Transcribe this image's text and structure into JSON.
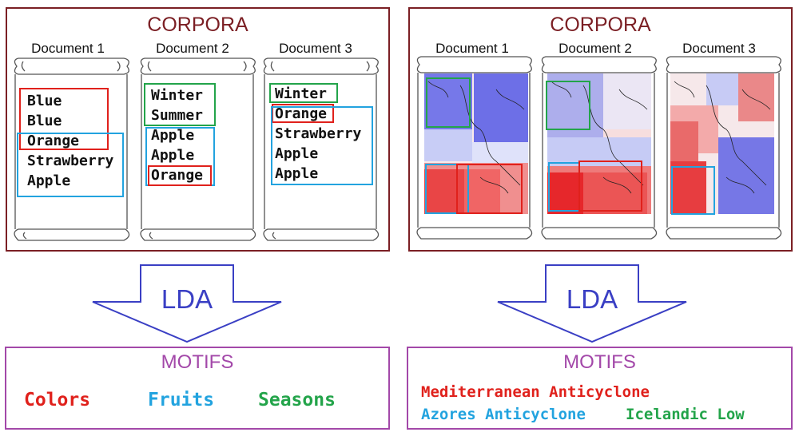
{
  "colors": {
    "red": "#e0211c",
    "blue": "#22a3df",
    "green": "#23a44a",
    "corpora": "#7b1f24",
    "lda": "#3a3fc4",
    "motifs": "#a348a9"
  },
  "left": {
    "corpora_title": "CORPORA",
    "documents": [
      {
        "label": "Document 1",
        "words": [
          "Blue",
          "Blue",
          "Orange",
          "Strawberry",
          "Apple"
        ]
      },
      {
        "label": "Document 2",
        "words": [
          "Winter",
          "Summer",
          "Apple",
          "Apple",
          "Orange"
        ]
      },
      {
        "label": "Document 3",
        "words": [
          "Winter",
          "Orange",
          "Strawberry",
          "Apple",
          "Apple"
        ]
      }
    ],
    "lda_label": "LDA",
    "motifs_title": "MOTIFS",
    "motifs": [
      "Colors",
      "Fruits",
      "Seasons"
    ]
  },
  "right": {
    "corpora_title": "CORPORA",
    "documents": [
      {
        "label": "Document 1"
      },
      {
        "label": "Document 2"
      },
      {
        "label": "Document 3"
      }
    ],
    "lda_label": "LDA",
    "motifs_title": "MOTIFS",
    "motifs": [
      "Mediterranean Anticyclone",
      "Azores Anticyclone",
      "Icelandic Low"
    ]
  },
  "icons": [
    "parchment-scroll-icon",
    "arrow-down-icon",
    "pressure-map-icon"
  ]
}
